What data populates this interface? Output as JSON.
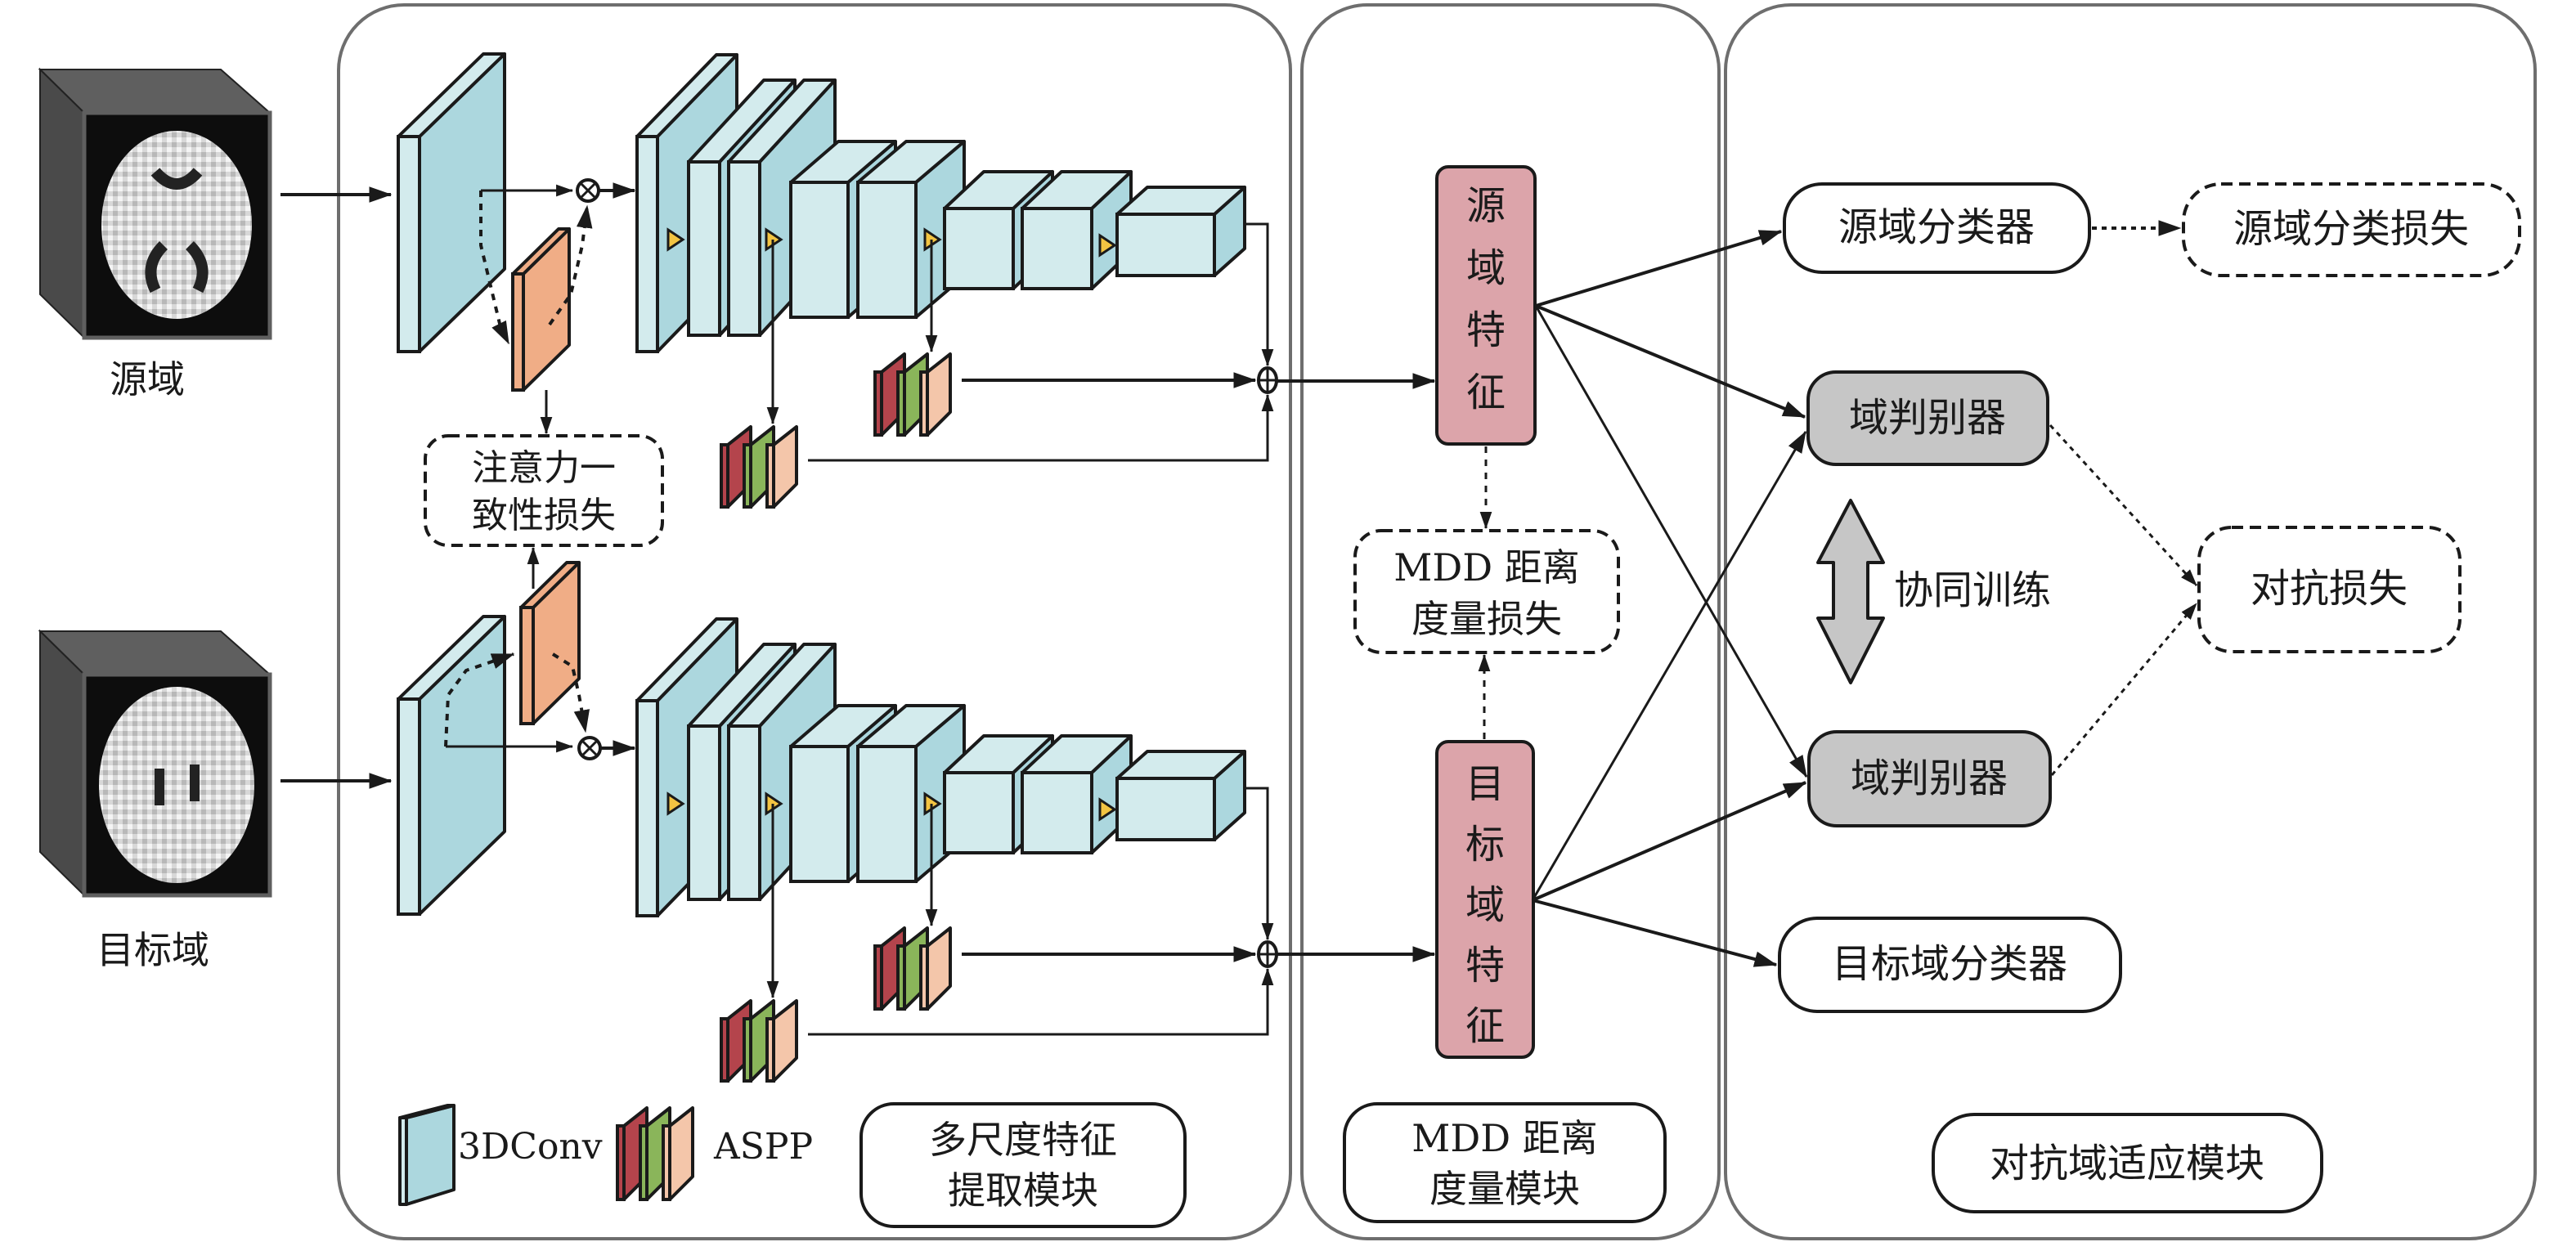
{
  "figure": {
    "inputs": {
      "source_label": "源域",
      "target_label": "目标域"
    },
    "panels": {
      "feature_extraction": {
        "title_line1": "多尺度特征",
        "title_line2": "提取模块",
        "attention_loss_line1": "注意力一",
        "attention_loss_line2": "致性损失",
        "legend_conv": "3DConv",
        "legend_aspp": "ASPP"
      },
      "mdd": {
        "title_line1": "MDD 距离",
        "title_line2": "度量模块",
        "source_feature_chars": [
          "源",
          "域",
          "特",
          "征"
        ],
        "target_feature_chars": [
          "目",
          "标",
          "域",
          "特",
          "征"
        ],
        "loss_line1": "MDD 距离",
        "loss_line2": "度量损失"
      },
      "adversarial": {
        "title": "对抗域适应模块",
        "source_classifier": "源域分类器",
        "source_class_loss": "源域分类损失",
        "domain_discriminator_1": "域判别器",
        "domain_discriminator_2": "域判别器",
        "co_training": "协同训练",
        "adversarial_loss": "对抗损失",
        "target_classifier": "目标域分类器"
      }
    },
    "colors": {
      "conv_front": "#d3ebed",
      "conv_side": "#acd7de",
      "attention": "#f0ad86",
      "aspp_red": "#b4444c",
      "aspp_green": "#8ab55a",
      "aspp_peach": "#f4c6aa",
      "feature_box": "#dca4aa",
      "discriminator": "#c6c6c6",
      "pool_marker": "#f3c442"
    }
  }
}
